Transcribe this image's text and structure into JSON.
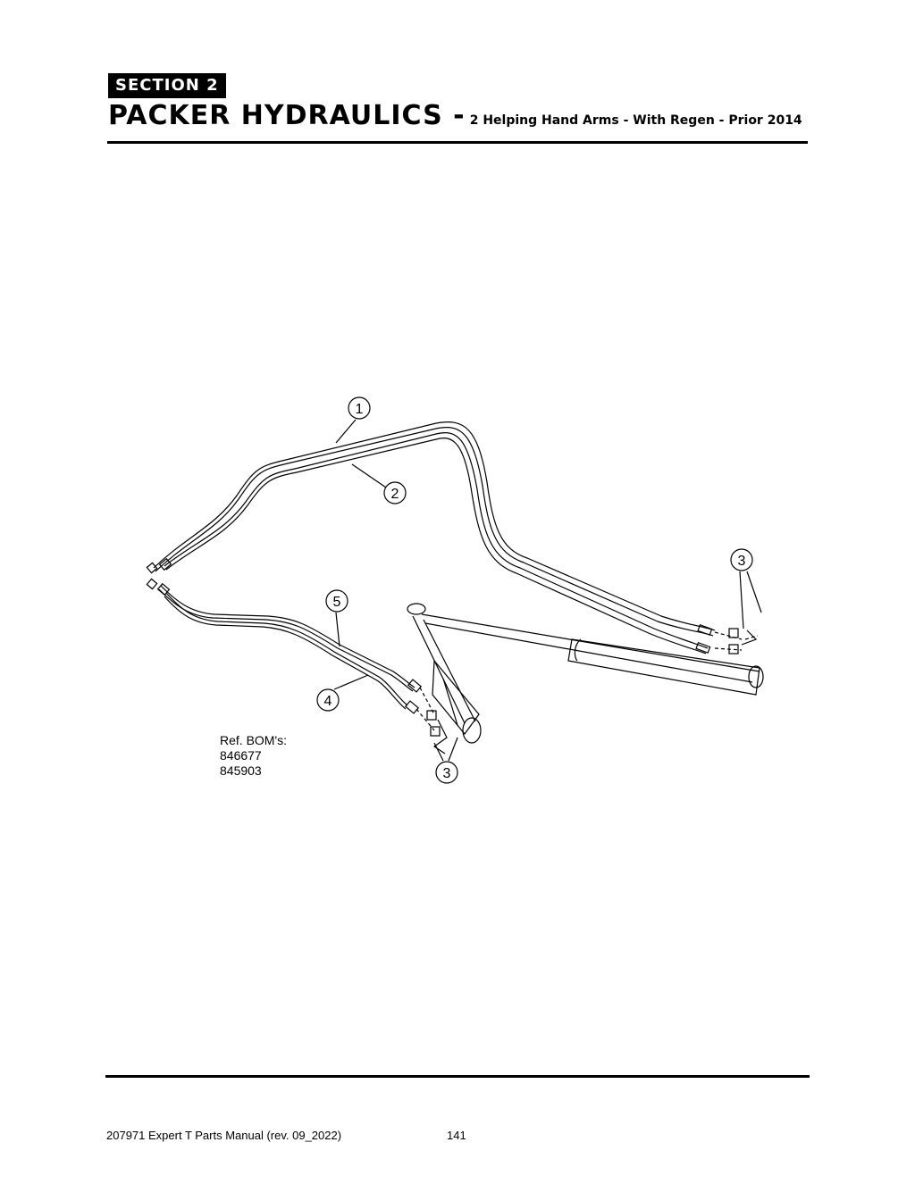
{
  "header": {
    "section_label": "SECTION 2",
    "title": "PACKER HYDRAULICS -",
    "subtitle": "2 Helping Hand Arms - With Regen - Prior 2014"
  },
  "diagram": {
    "callouts": [
      "1",
      "2",
      "3",
      "5",
      "4",
      "3"
    ],
    "ref_bom": {
      "label": "Ref. BOM's:",
      "numbers": [
        "846677",
        "845903"
      ]
    }
  },
  "footer": {
    "manual": "207971 Expert T Parts Manual (rev. 09_2022)",
    "page": "141"
  }
}
